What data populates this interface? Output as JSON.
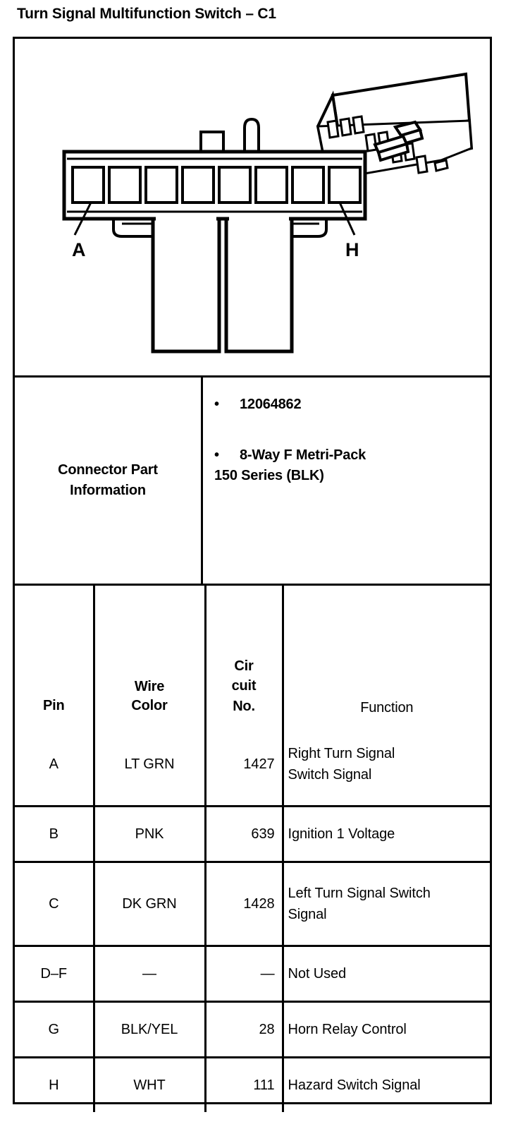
{
  "title": "Turn Signal Multifunction Switch – C1",
  "diagram": {
    "pin_label_first": "A",
    "pin_label_last": "H",
    "cavity_count": 8,
    "view_front_name": "front-face-connector-view",
    "view_iso_name": "isometric-connector-view"
  },
  "connector_part_information": {
    "label_line1": "Connector Part",
    "label_line2": "Information",
    "bullet_char": "•",
    "bullets": [
      {
        "text": "12064862",
        "continuation": ""
      },
      {
        "text": "8-Way F Metri-Pack",
        "continuation": "150 Series (BLK)"
      }
    ]
  },
  "pin_table": {
    "headers": {
      "pin": "Pin",
      "wire_color_line1": "Wire",
      "wire_color_line2": "Color",
      "circuit_line1": "Cir",
      "circuit_line2": "cuit",
      "circuit_line3": "No.",
      "function": "Function"
    },
    "rows": [
      {
        "pin": "A",
        "wire_color": "LT GRN",
        "circuit_no": "1427",
        "function_line1": "Right Turn Signal",
        "function_line2": "Switch Signal",
        "two_line": true
      },
      {
        "pin": "B",
        "wire_color": "PNK",
        "circuit_no": "639",
        "function_line1": "Ignition 1 Voltage",
        "function_line2": "",
        "two_line": false
      },
      {
        "pin": "C",
        "wire_color": "DK GRN",
        "circuit_no": "1428",
        "function_line1": "Left Turn Signal Switch",
        "function_line2": "Signal",
        "two_line": true
      },
      {
        "pin": "D–F",
        "wire_color": "—",
        "circuit_no": "—",
        "function_line1": "Not Used",
        "function_line2": "",
        "two_line": false
      },
      {
        "pin": "G",
        "wire_color": "BLK/YEL",
        "circuit_no": "28",
        "function_line1": "Horn Relay Control",
        "function_line2": "",
        "two_line": false
      },
      {
        "pin": "H",
        "wire_color": "WHT",
        "circuit_no": "111",
        "function_line1": "Hazard Switch Signal",
        "function_line2": "",
        "two_line": false
      }
    ]
  },
  "colors": {
    "ink": "#000000",
    "paper": "#ffffff"
  }
}
